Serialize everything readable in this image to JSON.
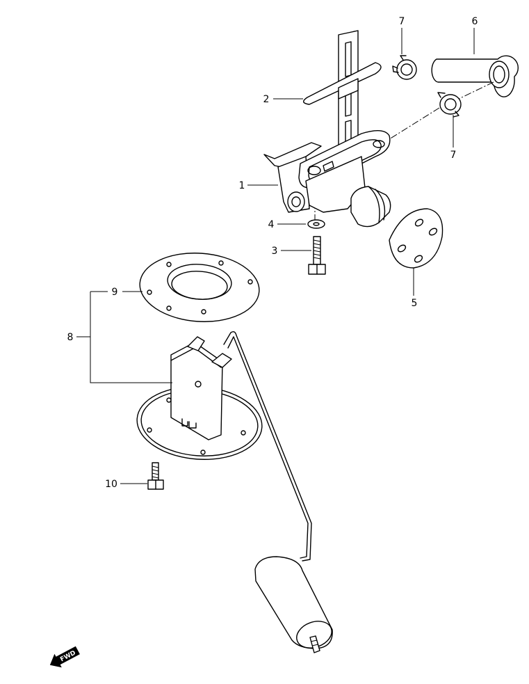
{
  "callouts": {
    "c1": "1",
    "c2": "2",
    "c3": "3",
    "c4": "4",
    "c5": "5",
    "c6": "6",
    "c7a": "7",
    "c7b": "7",
    "c8": "8",
    "c9": "9",
    "c10": "10"
  },
  "fwd_label": "FWD"
}
